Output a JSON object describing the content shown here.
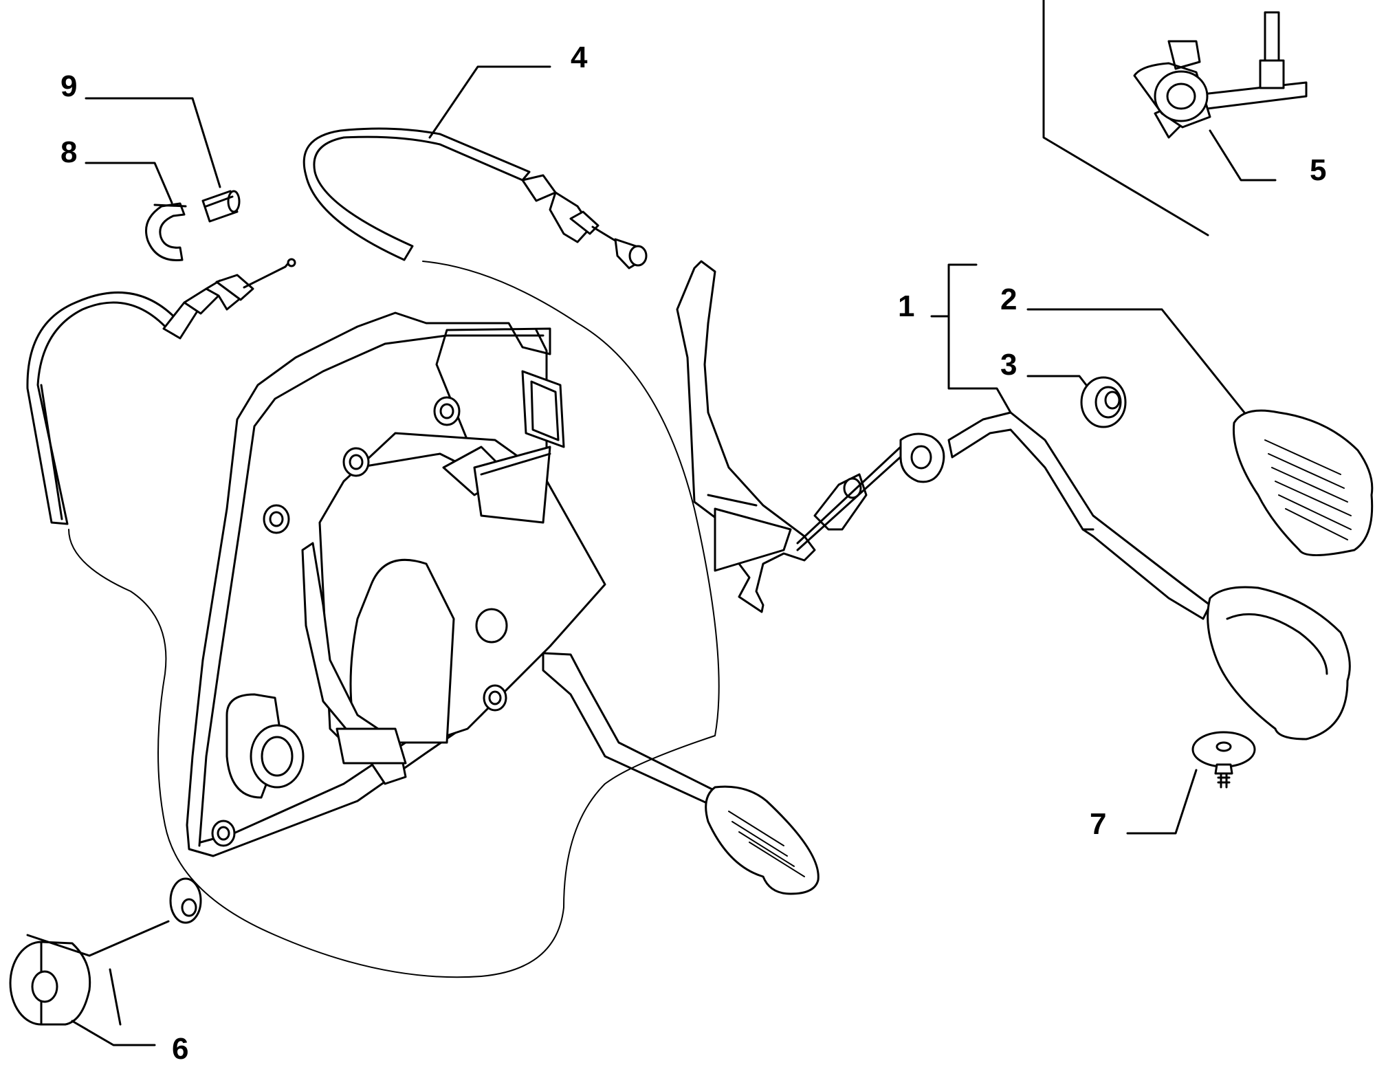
{
  "diagram": {
    "labels": {
      "l1": "1",
      "l2": "2",
      "l3": "3",
      "l4": "4",
      "l5": "5",
      "l6": "6",
      "l7": "7",
      "l8": "8",
      "l9": "9"
    }
  }
}
